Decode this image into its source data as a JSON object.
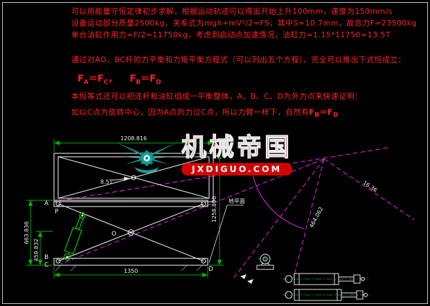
{
  "annotations": {
    "line1": "可以用能量守恒定律初步求解，根据运动轨迹可以得出开始上升100mm，速度为150mm/s",
    "line2": "设备运动部分质量2500kg，关系式为mgh+mV²/2=FS，其中S=10.7mm，故合力F=23500kg",
    "line3": "单台油缸作用力=F/2=11750kg，考虑到启动点加速情况，油缸力=1.15*11750=13.5T",
    "line4": "通过对AD、BC杆的力平衡和力矩平衡方程式（可以列出五个方程），完全可以推出下式恒成立：",
    "formula1": {
      "f": "F",
      "sub_a": "A",
      "eq": "＝",
      "f2": "F",
      "sub_c": "C",
      "comma": "，",
      "f3": "F",
      "sub_b": "B",
      "eq2": "＝",
      "f4": "F",
      "sub_d": "D"
    },
    "line6": "本恒等式还可以把连杆和油缸组成一平衡整体，A、B、C、D为外力点来快速证明：",
    "line7": "如以C点为旋转中心，因为A点的力过C点，所以力臂一样下，自然有",
    "formula2": {
      "f": "F",
      "sub_b": "B",
      "eq": "＝",
      "f2": "F",
      "sub_d": "D"
    }
  },
  "watermark": {
    "brand": "机械帝国",
    "domain": "JXDIGUO.COM"
  },
  "drawing": {
    "dims": {
      "top_width": "1208.816",
      "load": "8.5T",
      "right_height": "1258.896",
      "left_upper": "663.836",
      "left_lower": "459.832",
      "base_width": "1350",
      "angle": "16.36",
      "radius": "464.062"
    },
    "labels": {
      "ground": "地平面",
      "A": "A",
      "B": "B",
      "C": "C",
      "D": "D",
      "O": "O",
      "P": "P"
    }
  },
  "colors": {
    "annotation": "#ff2222",
    "line": "#e8e8e8",
    "dim": "#00b400",
    "construction": "#ff2cff",
    "cylinder": "#00dc00",
    "watermark_teal": "#16a29a",
    "watermark_red": "#d40000",
    "background": "#000000"
  }
}
